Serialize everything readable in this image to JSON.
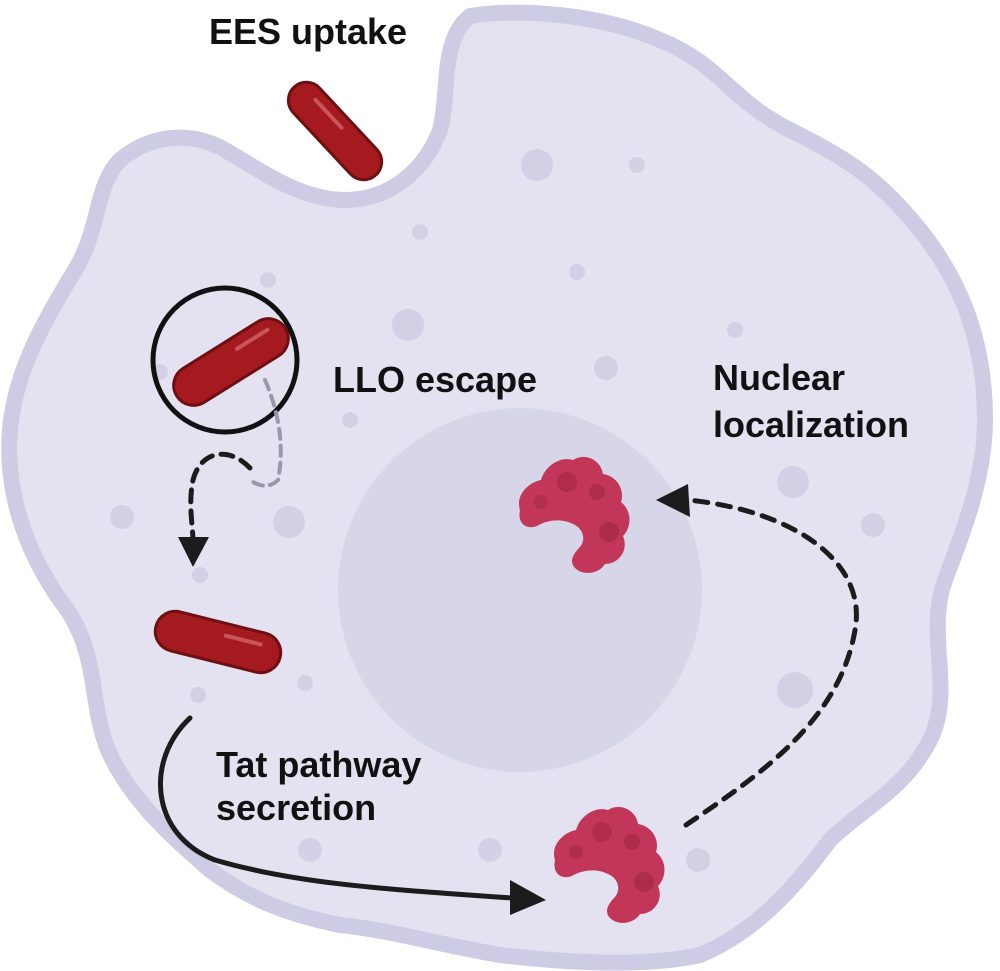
{
  "labels": {
    "ees_uptake": "EES uptake",
    "llo_escape": "LLO escape",
    "nuclear_line1": "Nuclear",
    "nuclear_line2": "localization",
    "tat_line1": "Tat pathway",
    "tat_line2": "secretion"
  },
  "colors": {
    "cell_fill": "#e4e2f1",
    "cell_border": "#cecbe4",
    "nucleus_fill": "#d7d5e8",
    "vesicle_fill": "#d3d0e6",
    "bacterium_fill": "#a41a1e",
    "bacterium_outline": "#6e0f12",
    "bacterium_highlight": "#c9545a",
    "protein_fill": "#c23759",
    "protein_dark": "#98203e",
    "arrow": "#1c1c1c",
    "vacuole_ring": "#111111"
  },
  "icons": {
    "bacterium": "rod-shaped-bacterium-icon",
    "effector": "secreted-effector-protein-icon",
    "cell": "host-cell-icon",
    "nucleus": "nucleus-icon"
  }
}
